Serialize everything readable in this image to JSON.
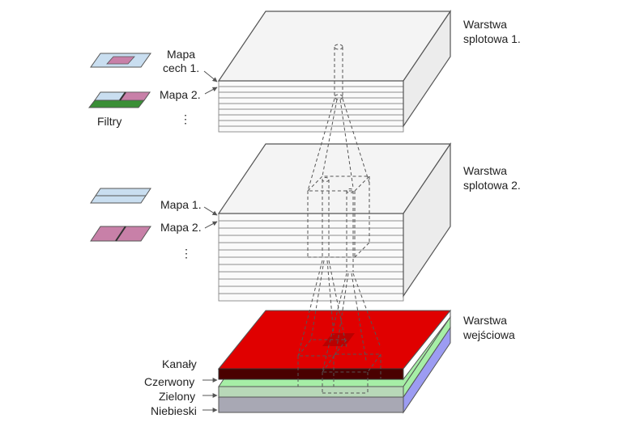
{
  "conv1": {
    "title_line1": "Warstwa",
    "title_line2": "splotowa 1.",
    "map1_line1": "Mapa",
    "map1_line2": "cech 1.",
    "map2": "Mapa 2.",
    "filters": "Filtry",
    "dots": "⋮"
  },
  "conv2": {
    "title_line1": "Warstwa",
    "title_line2": "splotowa 2.",
    "map1": "Mapa 1.",
    "map2": "Mapa 2.",
    "dots": "⋮"
  },
  "input": {
    "title_line1": "Warstwa",
    "title_line2": "wejściowa",
    "channels_title": "Kanały",
    "channels": [
      {
        "name": "Czerwony",
        "color": "#e01010"
      },
      {
        "name": "Zielony",
        "color": "#3cc93c"
      },
      {
        "name": "Niebieski",
        "color": "#2222d8"
      }
    ]
  },
  "colors": {
    "red_layer": "#e00000",
    "green_layer": "#a6eea6",
    "blue_layer": "#9c9cf2",
    "filter_blue": "#c9def0",
    "filter_pink": "#c880a8",
    "filter_green": "#3a8f36"
  }
}
